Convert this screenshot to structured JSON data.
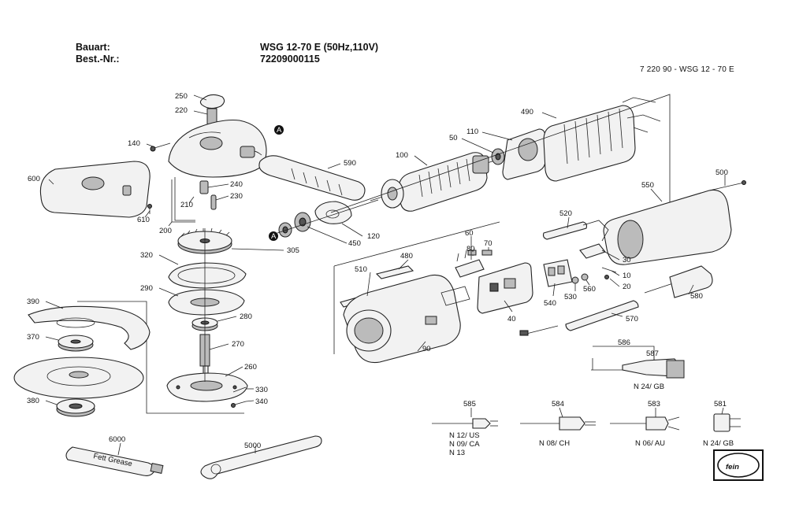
{
  "header": {
    "bauart_label": "Bauart:",
    "bauart_value": "WSG 12-70 E (50Hz,110V)",
    "bestnr_label": "Best.-Nr.:",
    "bestnr_value": "72209000115",
    "drawing_code": "7 220 90 - WSG 12 - 70 E"
  },
  "part_labels": {
    "p250": "250",
    "p220": "220",
    "p140": "140",
    "p600": "600",
    "p610": "610",
    "p200": "200",
    "p210": "210",
    "p240": "240",
    "p230": "230",
    "p590": "590",
    "p100": "100",
    "p110": "110",
    "p50": "50",
    "p490": "490",
    "p120": "120",
    "p450": "450",
    "p305": "305",
    "p320": "320",
    "p290": "290",
    "p280": "280",
    "p270": "270",
    "p260": "260",
    "p330": "330",
    "p340": "340",
    "p390": "390",
    "p370": "370",
    "p380": "380",
    "p6000": "6000",
    "p5000": "5000",
    "p500": "500",
    "p550": "550",
    "p520": "520",
    "p30": "30",
    "p10": "10",
    "p20": "20",
    "p560": "560",
    "p580": "580",
    "p60": "60",
    "p80": "80",
    "p70": "70",
    "p480": "480",
    "p510": "510",
    "p540": "540",
    "p530": "530",
    "p40": "40",
    "p570": "570",
    "p90": "90",
    "p586": "586",
    "p587": "587",
    "p585": "585",
    "p584": "584",
    "p583": "583",
    "p581": "581"
  },
  "markers": {
    "a1": "A",
    "a2": "A"
  },
  "variant_labels": {
    "n24gb_top": "N 24/ GB",
    "n12us": "N 12/ US",
    "n09ca": "N 09/ CA",
    "n13": "N 13",
    "n08ch": "N 08/ CH",
    "n06au": "N 06/ AU",
    "n24gb_bottom": "N 24/ GB"
  },
  "tube_text": "Fett Grease",
  "logo_text": "fein"
}
